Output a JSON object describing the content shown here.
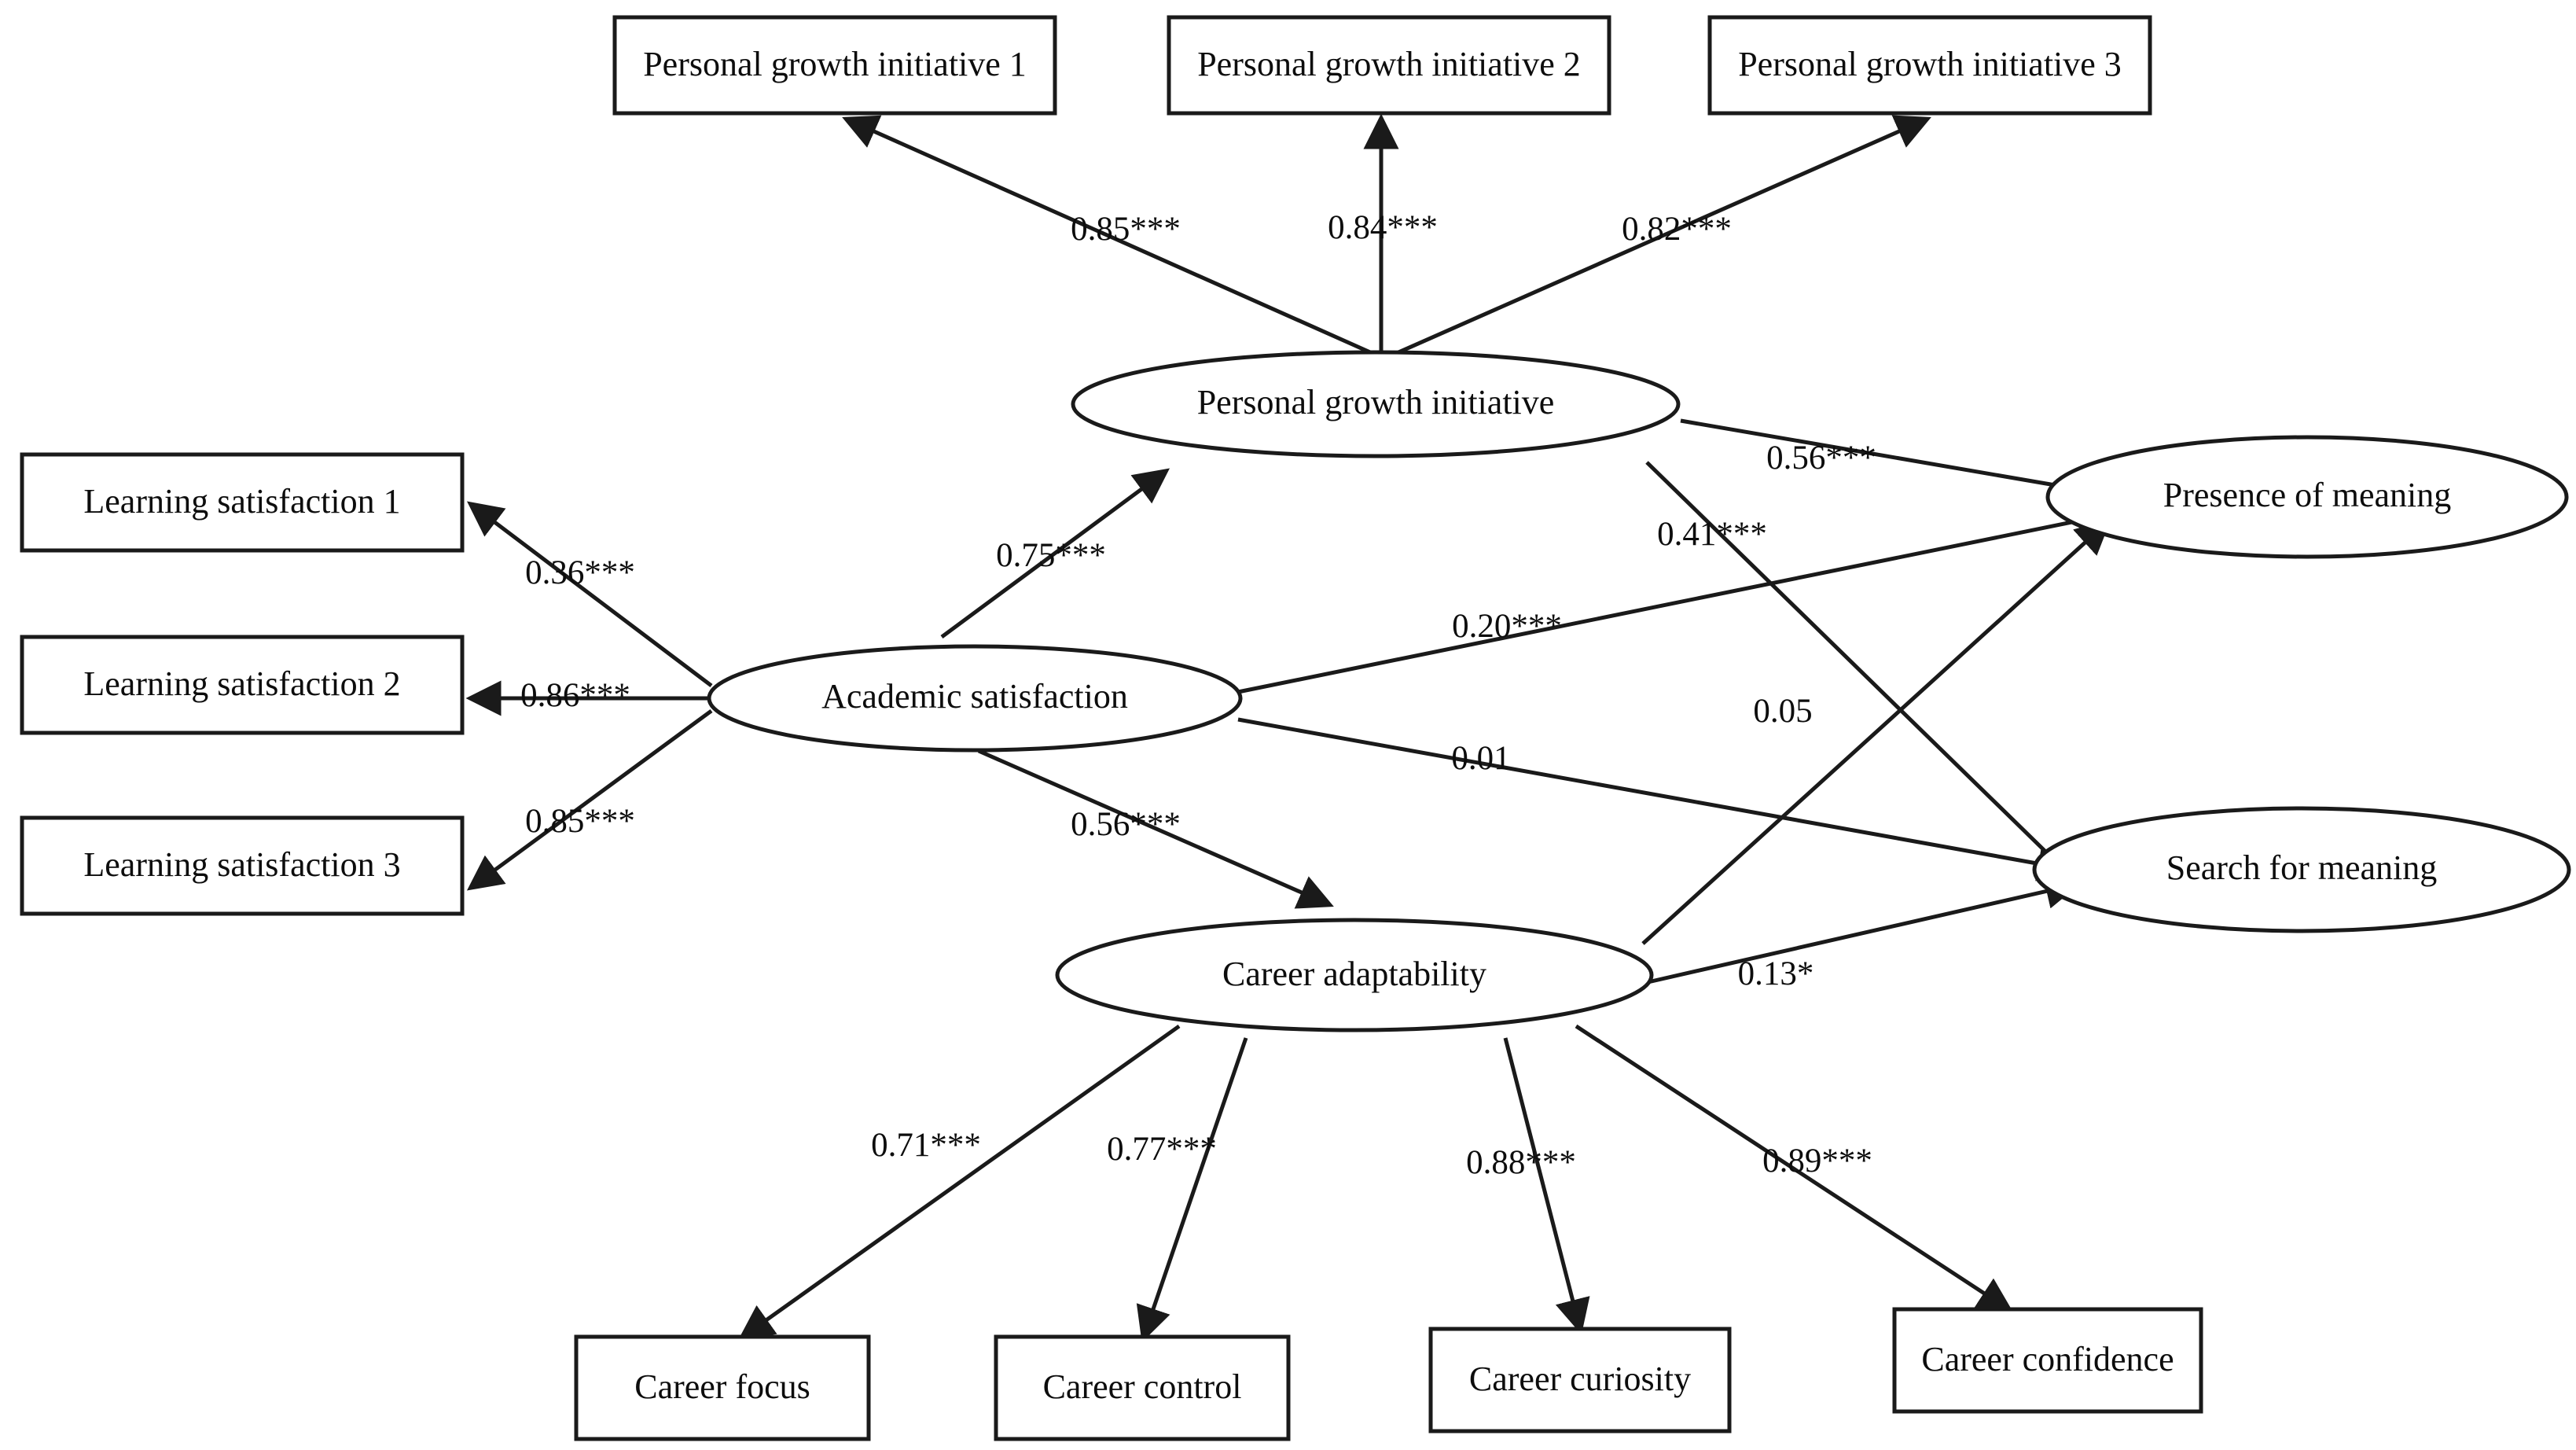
{
  "figure": {
    "type": "structural-equation-model-path-diagram",
    "background_color": "#ffffff",
    "line_color": "#1a1a1a",
    "text_color": "#0d0d0d"
  },
  "latent_variables": {
    "personal_growth_initiative": "Personal growth initiative",
    "academic_satisfaction": "Academic satisfaction",
    "career_adaptability": "Career adaptability",
    "presence_of_meaning": "Presence of meaning",
    "search_for_meaning": "Search for meaning"
  },
  "observed_variables": {
    "pgi_1": "Personal growth initiative 1",
    "pgi_2": "Personal growth initiative 2",
    "pgi_3": "Personal growth initiative 3",
    "ls_1": "Learning satisfaction 1",
    "ls_2": "Learning satisfaction 2",
    "ls_3": "Learning satisfaction 3",
    "career_focus": "Career focus",
    "career_control": "Career control",
    "career_curiosity": "Career curiosity",
    "career_confidence": "Career confidence"
  },
  "coefficients": {
    "pgi_to_pgi1": "0.85***",
    "pgi_to_pgi2": "0.84***",
    "pgi_to_pgi3": "0.82***",
    "as_to_ls1": "0.36***",
    "as_to_ls2": "0.86***",
    "as_to_ls3": "0.85***",
    "as_to_pgi": "0.75***",
    "as_to_presence": "0.20***",
    "as_to_search": "0.01",
    "as_to_career": "0.56***",
    "pgi_to_presence": "0.56***",
    "career_to_presence": "0.41***",
    "pgi_to_search": "0.05",
    "career_to_search": "0.13*",
    "career_to_focus": "0.71***",
    "career_to_control": "0.77***",
    "career_to_curiosity": "0.88***",
    "career_to_confidence": "0.89***"
  },
  "chart_data": {
    "type": "diagram",
    "title": "",
    "measurement_model": [
      {
        "from": "Personal growth initiative",
        "to": "Personal growth initiative 1",
        "estimate": 0.85,
        "significance": "***"
      },
      {
        "from": "Personal growth initiative",
        "to": "Personal growth initiative 2",
        "estimate": 0.84,
        "significance": "***"
      },
      {
        "from": "Personal growth initiative",
        "to": "Personal growth initiative 3",
        "estimate": 0.82,
        "significance": "***"
      },
      {
        "from": "Academic satisfaction",
        "to": "Learning satisfaction 1",
        "estimate": 0.36,
        "significance": "***"
      },
      {
        "from": "Academic satisfaction",
        "to": "Learning satisfaction 2",
        "estimate": 0.86,
        "significance": "***"
      },
      {
        "from": "Academic satisfaction",
        "to": "Learning satisfaction 3",
        "estimate": 0.85,
        "significance": "***"
      },
      {
        "from": "Career adaptability",
        "to": "Career focus",
        "estimate": 0.71,
        "significance": "***"
      },
      {
        "from": "Career adaptability",
        "to": "Career control",
        "estimate": 0.77,
        "significance": "***"
      },
      {
        "from": "Career adaptability",
        "to": "Career curiosity",
        "estimate": 0.88,
        "significance": "***"
      },
      {
        "from": "Career adaptability",
        "to": "Career confidence",
        "estimate": 0.89,
        "significance": "***"
      }
    ],
    "structural_model": [
      {
        "from": "Academic satisfaction",
        "to": "Personal growth initiative",
        "estimate": 0.75,
        "significance": "***"
      },
      {
        "from": "Academic satisfaction",
        "to": "Career adaptability",
        "estimate": 0.56,
        "significance": "***"
      },
      {
        "from": "Academic satisfaction",
        "to": "Presence of meaning",
        "estimate": 0.2,
        "significance": "***"
      },
      {
        "from": "Academic satisfaction",
        "to": "Search for meaning",
        "estimate": 0.01,
        "significance": ""
      },
      {
        "from": "Personal growth initiative",
        "to": "Presence of meaning",
        "estimate": 0.56,
        "significance": "***"
      },
      {
        "from": "Personal growth initiative",
        "to": "Search for meaning",
        "estimate": 0.05,
        "significance": ""
      },
      {
        "from": "Career adaptability",
        "to": "Presence of meaning",
        "estimate": 0.41,
        "significance": "***"
      },
      {
        "from": "Career adaptability",
        "to": "Search for meaning",
        "estimate": 0.13,
        "significance": "*"
      }
    ]
  }
}
